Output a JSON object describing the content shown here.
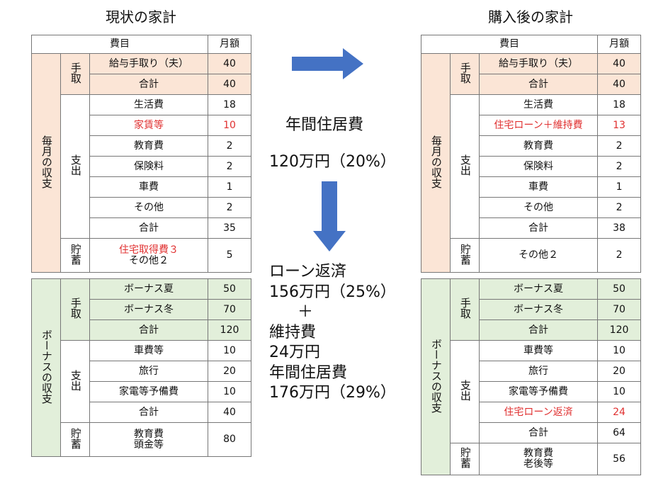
{
  "left": {
    "title": "現状の家計",
    "header": {
      "item": "費目",
      "amount": "月額"
    },
    "monthly_label": "毎月の収支",
    "bonus_label": "ボーナスの収支",
    "cat_income": "手取",
    "cat_expense": "支出",
    "cat_saving": "貯蓄",
    "monthly_income": [
      {
        "name": "給与手取り（夫）",
        "value": "40"
      },
      {
        "name": "合計",
        "value": "40"
      }
    ],
    "monthly_expense": [
      {
        "name": "生活費",
        "value": "18"
      },
      {
        "name": "家賃等",
        "value": "10"
      },
      {
        "name": "教育費",
        "value": "2"
      },
      {
        "name": "保険料",
        "value": "2"
      },
      {
        "name": "車費",
        "value": "1"
      },
      {
        "name": "その他",
        "value": "2"
      },
      {
        "name": "合計",
        "value": "35"
      }
    ],
    "monthly_saving": {
      "name_line1": "住宅取得費３",
      "name_line2": "その他２",
      "value": "5"
    },
    "bonus_income": [
      {
        "name": "ボーナス夏",
        "value": "50"
      },
      {
        "name": "ボーナス冬",
        "value": "70"
      },
      {
        "name": "合計",
        "value": "120"
      }
    ],
    "bonus_expense": [
      {
        "name": "車費等",
        "value": "10"
      },
      {
        "name": "旅行",
        "value": "20"
      },
      {
        "name": "家電等予備費",
        "value": "10"
      },
      {
        "name": "合計",
        "value": "40"
      }
    ],
    "bonus_saving": {
      "name": "教育費\n頭金等",
      "value": "80"
    }
  },
  "right": {
    "title": "購入後の家計",
    "header": {
      "item": "費目",
      "amount": "月額"
    },
    "monthly_label": "毎月の収支",
    "bonus_label": "ボーナスの収支",
    "cat_income": "手取",
    "cat_expense": "支出",
    "cat_saving": "貯蓄",
    "monthly_income": [
      {
        "name": "給与手取り（夫）",
        "value": "40"
      },
      {
        "name": "合計",
        "value": "40"
      }
    ],
    "monthly_expense": [
      {
        "name": "生活費",
        "value": "18"
      },
      {
        "name": "住宅ローン＋維持費",
        "value": "13"
      },
      {
        "name": "教育費",
        "value": "2"
      },
      {
        "name": "保険料",
        "value": "2"
      },
      {
        "name": "車費",
        "value": "1"
      },
      {
        "name": "その他",
        "value": "2"
      },
      {
        "name": "合計",
        "value": "38"
      }
    ],
    "monthly_saving": {
      "name": "その他２",
      "value": "2"
    },
    "bonus_income": [
      {
        "name": "ボーナス夏",
        "value": "50"
      },
      {
        "name": "ボーナス冬",
        "value": "70"
      },
      {
        "name": "合計",
        "value": "120"
      }
    ],
    "bonus_expense": [
      {
        "name": "車費等",
        "value": "10"
      },
      {
        "name": "旅行",
        "value": "20"
      },
      {
        "name": "家電等予備費",
        "value": "10"
      },
      {
        "name": "住宅ローン返済",
        "value": "24"
      },
      {
        "name": "合計",
        "value": "64"
      }
    ],
    "bonus_saving": {
      "name": "教育費\n老後等",
      "value": "56"
    }
  },
  "middle": {
    "annual_housing_label": "年間住居費",
    "annual_housing_value": "120万円（20%）",
    "loan_label": "ローン返済",
    "loan_value": "156万円（25%）",
    "plus": "＋",
    "maintenance_label": "維持費",
    "maintenance_value": "24万円",
    "new_annual_label": "年間住居費",
    "new_annual_value": "176万円（29%）"
  },
  "colors": {
    "income_bg": "#fbe5d6",
    "bonus_bg": "#e2efda",
    "highlight_text": "#e03030",
    "arrow": "#4472c4"
  }
}
